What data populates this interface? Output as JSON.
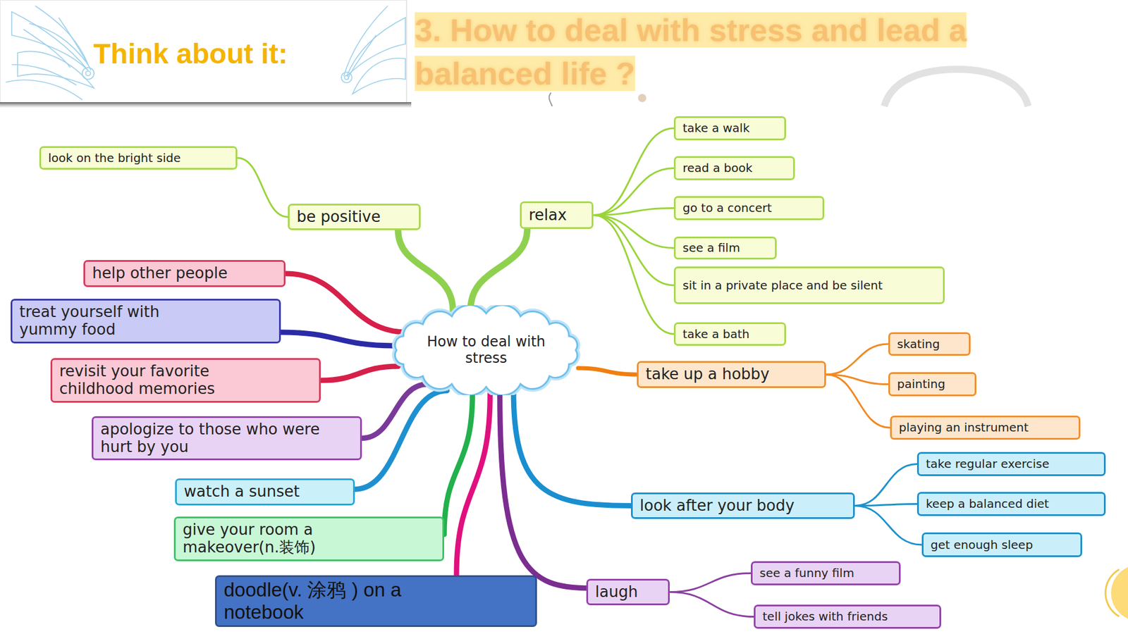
{
  "diagram": {
    "title": "3. How to deal with stress and lead a balanced life ?",
    "nodes": [
      {
        "text": [
          "How to deal with stress"
        ]
      },
      {
        "text": [
          "be positive"
        ]
      },
      {
        "text": [
          "look on the bright side"
        ]
      },
      {
        "text": [
          "relax"
        ]
      },
      {
        "text": [
          "take a walk"
        ]
      },
      {
        "text": [
          "read a book"
        ]
      },
      {
        "text": [
          "go to a concert"
        ]
      },
      {
        "text": [
          "see a film"
        ]
      },
      {
        "text": [
          "sit in a private place and be silent"
        ]
      },
      {
        "text": [
          "take a bath"
        ]
      },
      {
        "text": [
          "help other people"
        ]
      },
      {
        "text": [
          "treat yourself with yummy food"
        ]
      },
      {
        "text": [
          "revisit your favorite childhood memories"
        ]
      },
      {
        "text": [
          "apologize to those who were hurt by you"
        ]
      },
      {
        "text": [
          "watch a sunset"
        ]
      },
      {
        "text": [
          "give your room a makeover(n.装饰)"
        ]
      },
      {
        "text": [
          "doodle(v. 涂鸦 ) on a notebook"
        ]
      },
      {
        "text": [
          "take up a hobby"
        ]
      },
      {
        "text": [
          "skating"
        ]
      },
      {
        "text": [
          "painting"
        ]
      },
      {
        "text": [
          "playing an instrument"
        ]
      },
      {
        "text": [
          "look after your body"
        ]
      },
      {
        "text": [
          "take regular exercise"
        ]
      },
      {
        "text": [
          "keep a balanced diet"
        ]
      },
      {
        "text": [
          "get enough sleep"
        ]
      },
      {
        "text": [
          "laugh"
        ]
      },
      {
        "text": [
          "see a funny film"
        ]
      },
      {
        "text": [
          "tell jokes with friends"
        ]
      }
    ],
    "edges": [
      {
        "from": 0,
        "to": 1,
        "arrow": "none"
      },
      {
        "from": 1,
        "to": 2,
        "arrow": "none"
      },
      {
        "from": 0,
        "to": 3,
        "arrow": "none"
      },
      {
        "from": 3,
        "to": 4,
        "arrow": "none"
      },
      {
        "from": 3,
        "to": 5,
        "arrow": "none"
      },
      {
        "from": 3,
        "to": 6,
        "arrow": "none"
      },
      {
        "from": 3,
        "to": 7,
        "arrow": "none"
      },
      {
        "from": 3,
        "to": 8,
        "arrow": "none"
      },
      {
        "from": 3,
        "to": 9,
        "arrow": "none"
      },
      {
        "from": 0,
        "to": 10,
        "arrow": "none"
      },
      {
        "from": 0,
        "to": 11,
        "arrow": "none"
      },
      {
        "from": 0,
        "to": 12,
        "arrow": "none"
      },
      {
        "from": 0,
        "to": 13,
        "arrow": "none"
      },
      {
        "from": 0,
        "to": 14,
        "arrow": "none"
      },
      {
        "from": 0,
        "to": 15,
        "arrow": "none"
      },
      {
        "from": 0,
        "to": 16,
        "arrow": "none"
      },
      {
        "from": 0,
        "to": 17,
        "arrow": "none"
      },
      {
        "from": 17,
        "to": 18,
        "arrow": "none"
      },
      {
        "from": 17,
        "to": 19,
        "arrow": "none"
      },
      {
        "from": 17,
        "to": 20,
        "arrow": "none"
      },
      {
        "from": 0,
        "to": 21,
        "arrow": "none"
      },
      {
        "from": 21,
        "to": 22,
        "arrow": "none"
      },
      {
        "from": 21,
        "to": 23,
        "arrow": "none"
      },
      {
        "from": 21,
        "to": 24,
        "arrow": "none"
      },
      {
        "from": 0,
        "to": 25,
        "arrow": "none"
      },
      {
        "from": 25,
        "to": 26,
        "arrow": "none"
      },
      {
        "from": 25,
        "to": 27,
        "arrow": "none"
      }
    ],
    "labels": [
      "Think about it:"
    ]
  }
}
